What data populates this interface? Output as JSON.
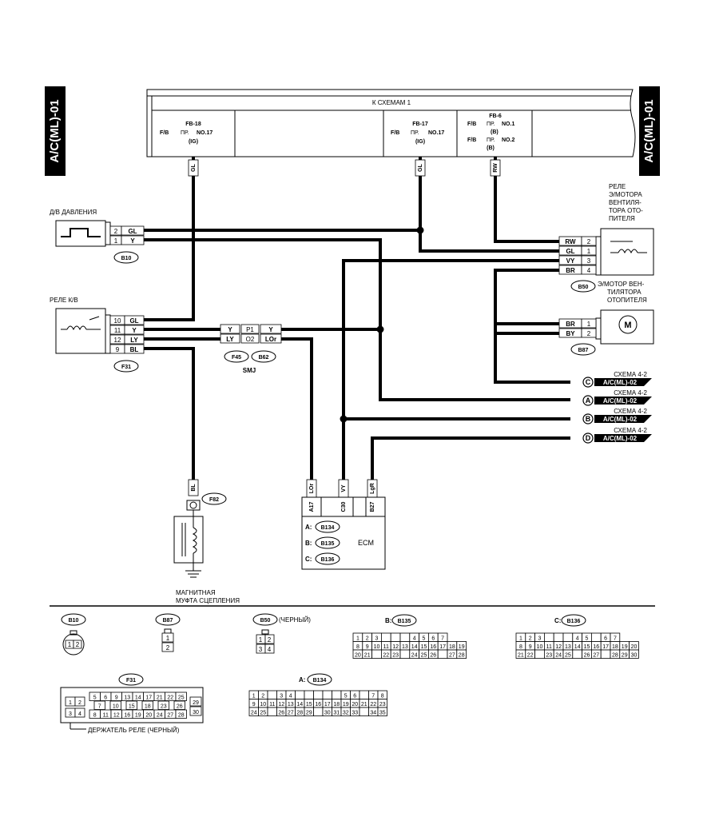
{
  "side_tag": "A/C(ML)-01",
  "fuse_box": {
    "title": "К СХЕМАМ 1",
    "fb18": {
      "name": "FB-18",
      "fb": "F/B",
      "pr": "ПР.",
      "no": "NO.17",
      "ig": "(IG)"
    },
    "fb17": {
      "name": "FB-17",
      "fb": "F/B",
      "pr": "ПР.",
      "no": "NO.17",
      "ig": "(IG)"
    },
    "fb6": {
      "name": "FB-6",
      "fb1": "F/B",
      "pr1": "ПР.",
      "no1": "NO.1",
      "b1": "(B)",
      "fb2": "F/B",
      "pr2": "ПР.",
      "no2": "NO.2",
      "b2": "(B)"
    }
  },
  "wire_labels": {
    "gl": "GL",
    "rw": "RW",
    "bl": "BL",
    "lor": "LOr",
    "vy": "VY",
    "lgr": "LgR",
    "y": "Y",
    "ly": "LY",
    "br": "BR",
    "by": "BY"
  },
  "pressure_switch": {
    "label": "Д/В ДАВЛЕНИЯ",
    "connector": "B10",
    "pins": [
      "2",
      "1"
    ],
    "wires": [
      "GL",
      "Y"
    ]
  },
  "ac_relay": {
    "label": "РЕЛЕ К/В",
    "connector": "F31",
    "pins": [
      "10",
      "11",
      "12",
      "9"
    ],
    "wires": [
      "GL",
      "Y",
      "LY",
      "BL"
    ]
  },
  "smj": {
    "label": "SMJ",
    "c1": "F45",
    "c2": "B62",
    "left": [
      "Y",
      "LY"
    ],
    "mid": [
      "P1",
      "O2"
    ],
    "right": [
      "Y",
      "LOr"
    ]
  },
  "blower_relay": {
    "label_lines": [
      "РЕЛЕ",
      "Э/МОТОРА",
      "ВЕНТИЛЯ-",
      "ТОРА ОТО-",
      "ПИТЕЛЯ"
    ],
    "connector": "B50",
    "wires": [
      "RW",
      "GL",
      "VY",
      "BR"
    ],
    "pins": [
      "2",
      "1",
      "3",
      "4"
    ]
  },
  "blower_motor": {
    "label_lines": [
      "Э/МОТОР ВЕН-",
      "ТИЛЯТОРА",
      "ОТОПИТЕЛЯ"
    ],
    "connector": "B87",
    "wires": [
      "BR",
      "BY"
    ],
    "pins": [
      "1",
      "2"
    ],
    "symbol": "M"
  },
  "refs": [
    {
      "letter": "C",
      "scheme": "СХЕМА 4-2",
      "target": "A/C(ML)-02"
    },
    {
      "letter": "A",
      "scheme": "СХЕМА 4-2",
      "target": "A/C(ML)-02"
    },
    {
      "letter": "B",
      "scheme": "СХЕМА 4-2",
      "target": "A/C(ML)-02"
    },
    {
      "letter": "D",
      "scheme": "СХЕМА 4-2",
      "target": "A/C(ML)-02"
    }
  ],
  "clutch": {
    "connector": "F82",
    "wire": "BL",
    "label_lines": [
      "МАГНИТНАЯ",
      "МУФТА СЦЕПЛЕНИЯ"
    ]
  },
  "ecm": {
    "label": "ECM",
    "pins": [
      "A17",
      "C30",
      "B27"
    ],
    "connectors": [
      {
        "prefix": "A:",
        "id": "B134"
      },
      {
        "prefix": "B:",
        "id": "B135"
      },
      {
        "prefix": "C:",
        "id": "B136"
      }
    ]
  },
  "legend": {
    "b10": {
      "id": "B10",
      "pins": [
        "1",
        "2"
      ]
    },
    "b87": {
      "id": "B87",
      "pins": [
        "1",
        "2"
      ]
    },
    "b50": {
      "id": "B50",
      "note": "(ЧЕРНЫЙ)",
      "pins": [
        "1",
        "2",
        "3",
        "4"
      ]
    },
    "b135": {
      "prefix": "B:",
      "id": "B135",
      "rows": [
        [
          "1",
          "2",
          "3",
          "",
          "",
          "",
          "4",
          "5",
          "6",
          "7"
        ],
        [
          "8",
          "9",
          "10",
          "11",
          "12",
          "13",
          "14",
          "15",
          "16",
          "17",
          "18",
          "19"
        ],
        [
          "20",
          "21",
          "",
          "22",
          "23",
          "",
          "24",
          "25",
          "26",
          "",
          "27",
          "28"
        ]
      ]
    },
    "b136": {
      "prefix": "C:",
      "id": "B136",
      "rows": [
        [
          "1",
          "2",
          "3",
          "",
          "",
          "",
          "4",
          "5",
          "",
          "6",
          "7"
        ],
        [
          "8",
          "9",
          "10",
          "11",
          "12",
          "13",
          "14",
          "15",
          "16",
          "17",
          "18",
          "19",
          "20"
        ],
        [
          "21",
          "22",
          "",
          "23",
          "24",
          "25",
          "",
          "26",
          "27",
          "",
          "28",
          "29",
          "30"
        ]
      ]
    },
    "f31": {
      "id": "F31",
      "note": "ДЕРЖАТЕЛЬ РЕЛЕ (ЧЕРНЫЙ)",
      "rows": [
        [
          "5",
          "6",
          "9",
          "13",
          "14",
          "17",
          "21",
          "22",
          "25"
        ],
        [
          "7",
          "10",
          "15",
          "18",
          "23",
          "26"
        ],
        [
          "8",
          "11",
          "12",
          "16",
          "19",
          "20",
          "24",
          "27",
          "28"
        ]
      ],
      "left": [
        "1",
        "2",
        "3",
        "4"
      ],
      "right": [
        "29",
        "30"
      ]
    },
    "b134": {
      "prefix": "A:",
      "id": "B134",
      "rows": [
        [
          "1",
          "2",
          "",
          "3",
          "4",
          "",
          "",
          "",
          "",
          "",
          "5",
          "6",
          "",
          "7",
          "8"
        ],
        [
          "9",
          "10",
          "11",
          "12",
          "13",
          "14",
          "15",
          "16",
          "17",
          "18",
          "19",
          "20",
          "21",
          "22",
          "23"
        ],
        [
          "24",
          "25",
          "",
          "26",
          "27",
          "28",
          "29",
          "",
          "30",
          "31",
          "32",
          "33",
          "",
          "34",
          "35"
        ]
      ]
    }
  }
}
